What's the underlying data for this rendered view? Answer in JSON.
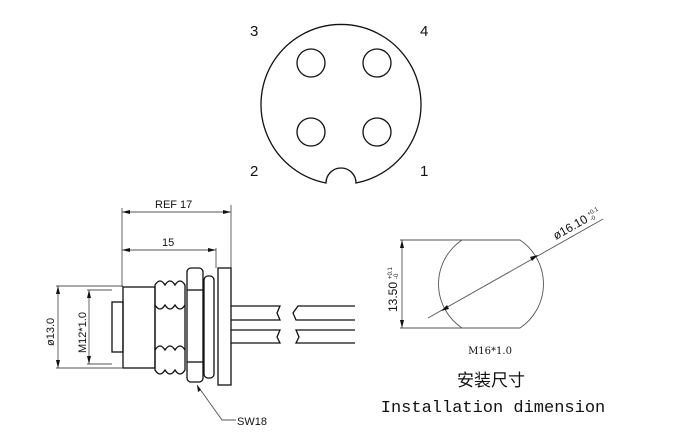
{
  "pinout": {
    "pins": [
      "1",
      "2",
      "3",
      "4"
    ]
  },
  "side_view": {
    "ref_length": "REF 17",
    "length": "15",
    "diameter": "ø13.0",
    "thread": "M12*1.0",
    "wrench": "SW18"
  },
  "panel_cutout": {
    "flat_height": "13.50",
    "flat_tol_plus": "+0.1",
    "flat_tol_minus": "-0",
    "diameter": "ø16.10",
    "dia_tol_plus": "+0.1",
    "dia_tol_minus": "-0",
    "thread": "M16*1.0",
    "title_cn": "安装尺寸",
    "title_en": "Installation dimension"
  }
}
